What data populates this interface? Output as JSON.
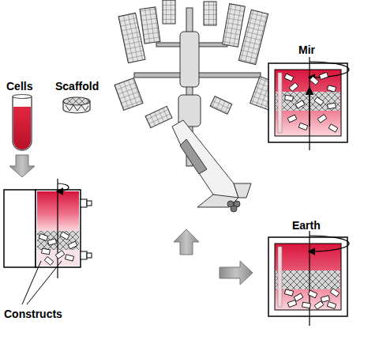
{
  "diagram": {
    "labels": [
      "Cells",
      "Scaffold",
      "Constructs",
      "Mir",
      "Earth"
    ]
  }
}
